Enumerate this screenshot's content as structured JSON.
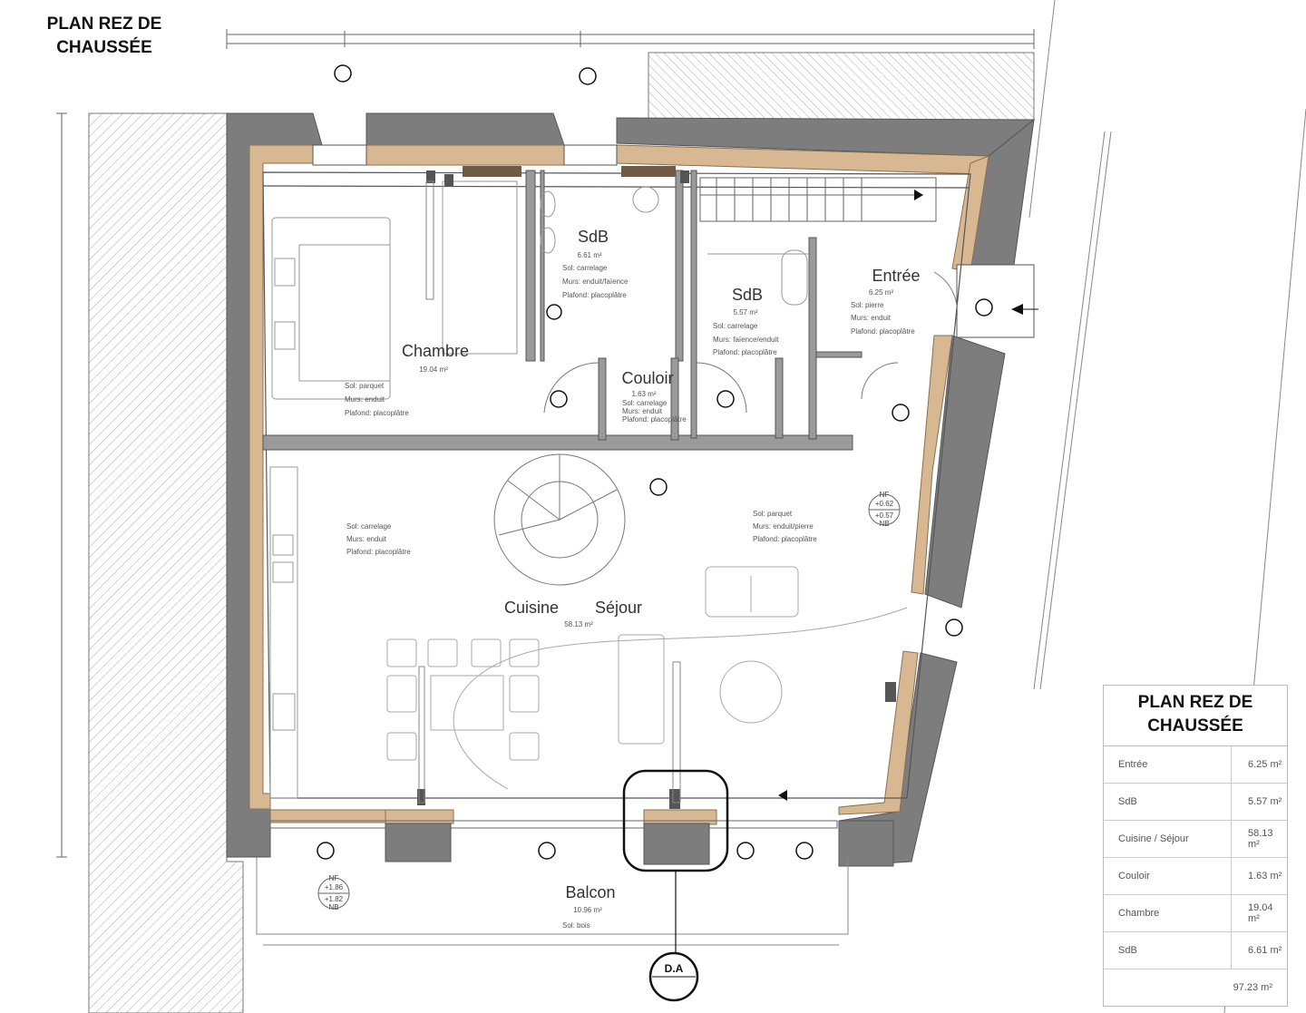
{
  "title": "PLAN REZ DE CHAUSSÉE",
  "rooms": [
    {
      "key": "chambre",
      "name": "Chambre",
      "area": "19.04 m²",
      "lines": [
        "Sol: parquet",
        "Murs: enduit",
        "Plafond: placoplâtre"
      ]
    },
    {
      "key": "sdb1",
      "name": "SdB",
      "area": "6.61 m²",
      "lines": [
        "Sol: carrelage",
        "Murs: enduit/faïence",
        "Plafond: placoplâtre"
      ]
    },
    {
      "key": "sdb2",
      "name": "SdB",
      "area": "5.57 m²",
      "lines": [
        "Sol: carrelage",
        "Murs: faïence/enduit",
        "Plafond: placoplâtre"
      ]
    },
    {
      "key": "entree",
      "name": "Entrée",
      "area": "6.25 m²",
      "lines": [
        "Sol: pierre",
        "Murs: enduit",
        "Plafond: placoplâtre"
      ]
    },
    {
      "key": "couloir",
      "name": "Couloir",
      "area": "1.63 m²",
      "lines": [
        "Sol: carrelage",
        "Murs: enduit",
        "Plafond: placoplâtre"
      ]
    },
    {
      "key": "cuisine",
      "name": "Cuisine",
      "area": "58.13 m²",
      "lines": [
        "Sol: carrelage",
        "Murs: enduit",
        "Plafond: placoplâtre"
      ]
    },
    {
      "key": "sejour",
      "name": "Séjour",
      "area": "",
      "lines": [
        "Sol: parquet",
        "Murs: enduit/pierre",
        "Plafond: placoplâtre"
      ]
    },
    {
      "key": "balcon",
      "name": "Balcon",
      "area": "10.96 m²",
      "lines": [
        "Sol: bois"
      ]
    }
  ],
  "legend": {
    "title": "PLAN REZ DE CHAUSSÉE",
    "rows": [
      {
        "label": "Entrée",
        "value": "6.25 m²"
      },
      {
        "label": "SdB",
        "value": "5.57 m²"
      },
      {
        "label": "Cuisine / Séjour",
        "value": "58.13 m²"
      },
      {
        "label": "Couloir",
        "value": "1.63 m²"
      },
      {
        "label": "Chambre",
        "value": "19.04 m²"
      },
      {
        "label": "SdB",
        "value": "6.61 m²"
      }
    ],
    "total": "97.23 m²"
  },
  "markers": {
    "da": "D.A"
  },
  "levels": {
    "nf1": "NF",
    "nf1a": "+0.62",
    "nf1b": "+0.57",
    "nf1c": "NB",
    "nf2": "NF",
    "nf2a": "+1.86",
    "nf2b": "+1.82",
    "nf2c": "NB"
  },
  "colors": {
    "wall": "#7d7d7d",
    "timber": "#d8b892",
    "line": "#555555",
    "hatch": "#9a9a9a"
  }
}
